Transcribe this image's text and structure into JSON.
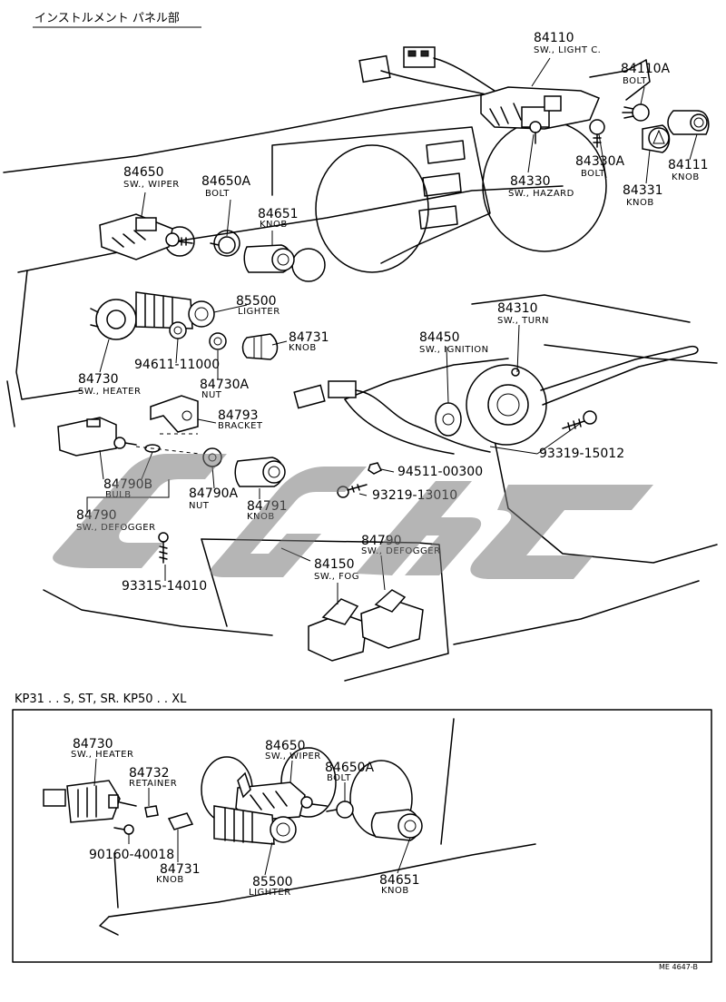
{
  "header": {
    "title": "インストルメント パネル部"
  },
  "inset": {
    "caption": "KP31 . . S, ST, SR. KP50 . . XL"
  },
  "drawing_code": "ME 4647-B",
  "callouts": {
    "c84110": {
      "num": "84110",
      "name": "SW., LIGHT C."
    },
    "c84110A": {
      "num": "84110A",
      "name": "BOLT"
    },
    "c84330A": {
      "num": "84330A",
      "name": "BOLT"
    },
    "c84111": {
      "num": "84111",
      "name": "KNOB"
    },
    "c84331": {
      "num": "84331",
      "name": "KNOB"
    },
    "c84330": {
      "num": "84330",
      "name": "SW., HAZARD"
    },
    "c84650": {
      "num": "84650",
      "name": "SW., WIPER"
    },
    "c84650A": {
      "num": "84650A",
      "name": "BOLT"
    },
    "c84651": {
      "num": "84651",
      "name": "KNOB"
    },
    "c85500": {
      "num": "85500",
      "name": "LIGHTER"
    },
    "c84310": {
      "num": "84310",
      "name": "SW., TURN"
    },
    "c84450": {
      "num": "84450",
      "name": "SW., IGNITION"
    },
    "c84731": {
      "num": "84731",
      "name": "KNOB"
    },
    "c94611": {
      "num": "94611-11000"
    },
    "c84730": {
      "num": "84730",
      "name": "SW., HEATER"
    },
    "c84730A": {
      "num": "84730A",
      "name": "NUT"
    },
    "c84793": {
      "num": "84793",
      "name": "BRACKET"
    },
    "c93319": {
      "num": "93319-15012"
    },
    "c94511": {
      "num": "94511-00300"
    },
    "c84790B": {
      "num": "84790B",
      "name": "BULB"
    },
    "c84790A": {
      "num": "84790A",
      "name": "NUT"
    },
    "c84791": {
      "num": "84791",
      "name": "KNOB"
    },
    "c93219": {
      "num": "93219-13010"
    },
    "c84790": {
      "num": "84790",
      "name": "SW., DEFOGGER"
    },
    "c84790b2": {
      "num": "84790",
      "name": "SW., DEFOGGER"
    },
    "c84150": {
      "num": "84150",
      "name": "SW., FOG"
    },
    "c93315": {
      "num": "93315-14010"
    },
    "i84730": {
      "num": "84730",
      "name": "SW., HEATER"
    },
    "i84732": {
      "num": "84732",
      "name": "RETAINER"
    },
    "i84650": {
      "num": "84650",
      "name": "SW., WIPER"
    },
    "i84650A": {
      "num": "84650A",
      "name": "BOLT"
    },
    "i90160": {
      "num": "90160-40018"
    },
    "i84731": {
      "num": "84731",
      "name": "KNOB"
    },
    "i85500": {
      "num": "85500",
      "name": "LIGHTER"
    },
    "i84651": {
      "num": "84651",
      "name": "KNOB"
    }
  }
}
